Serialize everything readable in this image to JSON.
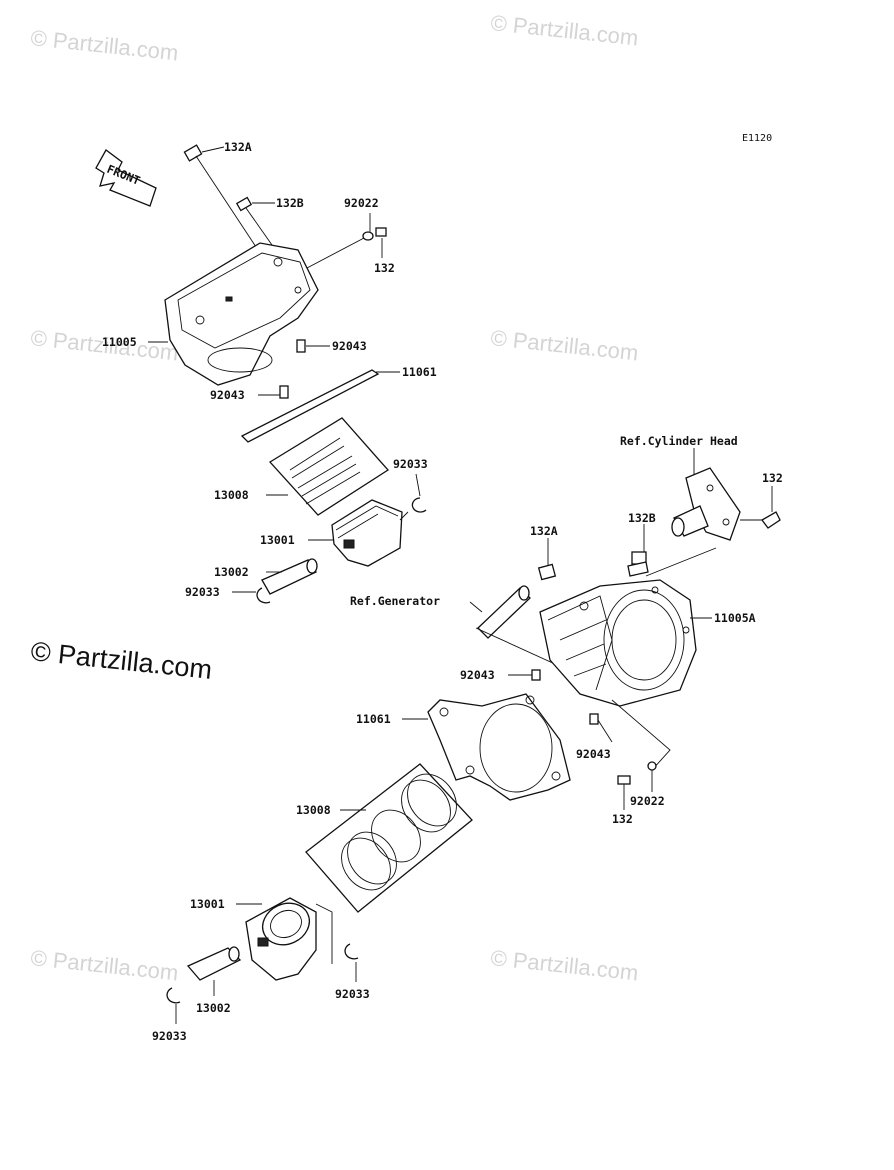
{
  "diagram_code": "E1120",
  "front_arrow_label": "FRONT",
  "watermarks": {
    "small": "© Partzilla.com",
    "large": "© Partzilla.com"
  },
  "labels": {
    "p132a_top": "132A",
    "p132b_top": "132B",
    "p92022_top": "92022",
    "p132_top": "132",
    "p11005": "11005",
    "p92043_right_top": "92043",
    "p11061_top": "11061",
    "p92043_left_top": "92043",
    "p92033_top_right": "92033",
    "p13008_top": "13008",
    "p13001_top": "13001",
    "p13002_top": "13002",
    "p92033_top_left": "92033",
    "ref_cyl_head": "Ref.Cylinder Head",
    "p132_right": "132",
    "p132a_bottom": "132A",
    "p132b_bottom": "132B",
    "ref_generator": "Ref.Generator",
    "p11005a": "11005A",
    "p92043_mid": "92043",
    "p11061_bottom": "11061",
    "p92043_lower": "92043",
    "p92022_bottom": "92022",
    "p132_bottom": "132",
    "p13008_bottom": "13008",
    "p13001_bottom": "13001",
    "p92033_bottom_right": "92033",
    "p13002_bottom": "13002",
    "p92033_bottom_left": "92033"
  }
}
